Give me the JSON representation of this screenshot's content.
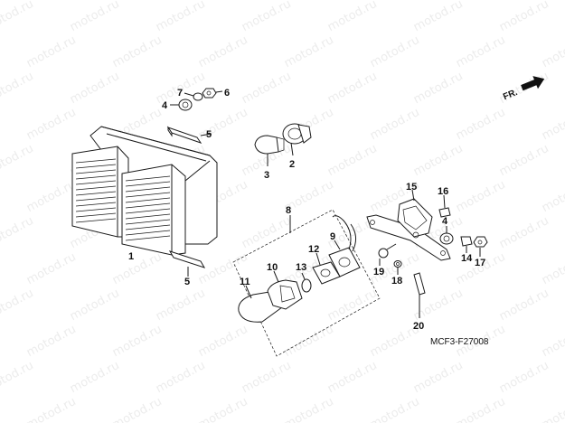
{
  "watermark": "motod.ru",
  "direction_label": "FR.",
  "diagram_code": "MCF3-F27008",
  "part_labels": {
    "p1": "1",
    "p2": "2",
    "p3": "3",
    "p4a": "4",
    "p4b": "4",
    "p5a": "5",
    "p5b": "5",
    "p6": "6",
    "p7": "7",
    "p8": "8",
    "p9": "9",
    "p10": "10",
    "p11": "11",
    "p12": "12",
    "p13": "13",
    "p14": "14",
    "p15": "15",
    "p16": "16",
    "p17": "17",
    "p18": "18",
    "p19": "19",
    "p20": "20"
  }
}
